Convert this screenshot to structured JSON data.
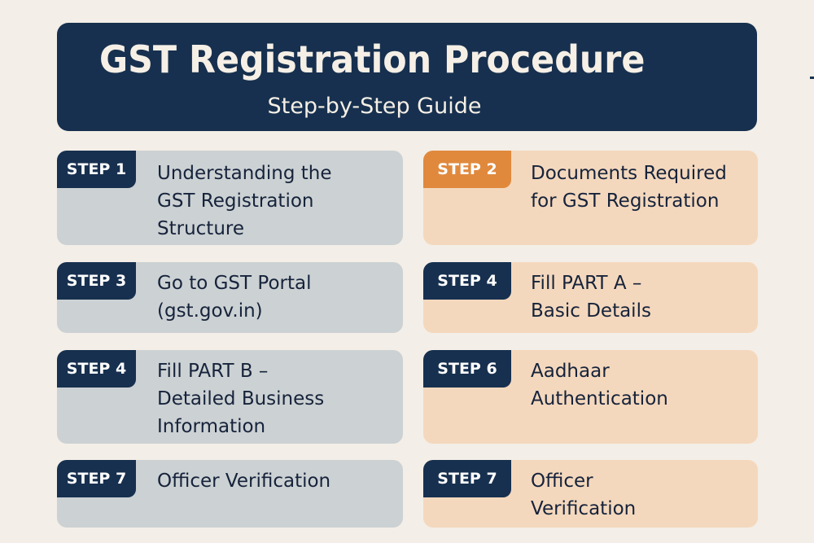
{
  "header": {
    "title": "GST Registration Procedure",
    "subtitle": "Step-by-Step Guide"
  },
  "colors": {
    "background": "#f3eee7",
    "navy": "#17304f",
    "orange": "#e0893d",
    "gray_card": "#ccd1d3",
    "peach_card": "#f4d8bd",
    "text_dark": "#16233b"
  },
  "steps": {
    "left": [
      {
        "badge": "STEP 1",
        "text": "Understanding the\nGST Registration\nStructure"
      },
      {
        "badge": "STEP 3",
        "text": "Go to GST Portal\n(gst.gov.in)"
      },
      {
        "badge": "STEP 4",
        "text": "Fill PART B –\nDetailed Business\nInformation"
      },
      {
        "badge": "STEP 7",
        "text": "Officer Verification"
      }
    ],
    "right": [
      {
        "badge": "STEP 2",
        "text": "Documents Required\nfor GST Registration"
      },
      {
        "badge": "STEP 4",
        "text": "Fill PART A –\nBasic Details"
      },
      {
        "badge": "STEP 6",
        "text": "Aadhaar\nAuthentication"
      },
      {
        "badge": "STEP 7",
        "text": "Officer\nVerification"
      }
    ]
  }
}
